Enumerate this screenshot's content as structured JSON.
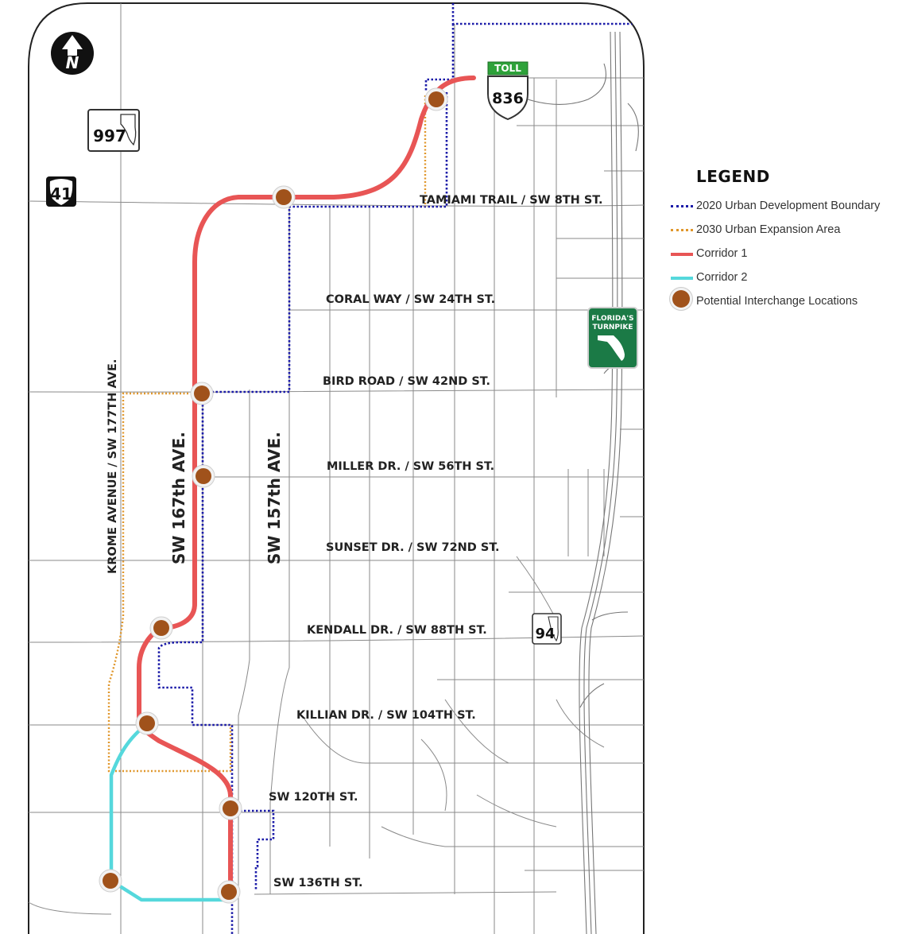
{
  "legend": {
    "title": "LEGEND",
    "items": [
      {
        "label": "2020 Urban Development Boundary",
        "symbol": "dotted-blue",
        "color": "#1a1aa8"
      },
      {
        "label": "2030 Urban Expansion Area",
        "symbol": "dotted-orange",
        "color": "#e0962a"
      },
      {
        "label": "Corridor 1",
        "symbol": "line-red",
        "color": "#e85555"
      },
      {
        "label": "Corridor 2",
        "symbol": "line-cyan",
        "color": "#55d8dc"
      },
      {
        "label": "Potential Interchange Locations",
        "symbol": "circle",
        "color": "#a0521b"
      }
    ]
  },
  "roads": {
    "tamiami": "TAMIAMI TRAIL / SW 8TH ST.",
    "coral_way": "CORAL WAY / SW 24TH ST.",
    "bird_road": "BIRD ROAD / SW 42ND ST.",
    "miller": "MILLER DR. / SW 56TH ST.",
    "sunset": "SUNSET DR. / SW 72ND ST.",
    "kendall": "KENDALL DR. / SW 88TH ST.",
    "killian": "KILLIAN DR. / SW 104TH ST.",
    "sw120": "SW 120TH ST.",
    "sw136": "SW 136TH ST.",
    "krome": "KROME AVENUE / SW 177TH AVE.",
    "sw167": "SW 167th AVE.",
    "sw157": "SW 157th AVE."
  },
  "shields": {
    "sr997": "997",
    "us41": "41",
    "sr836": "836",
    "toll": "TOLL",
    "sr94": "94",
    "turnpike_line1": "FLORIDA'S",
    "turnpike_line2": "TURNPIKE"
  },
  "north_arrow": "N",
  "colors": {
    "corridor1": "#e85555",
    "corridor2": "#55d8dc",
    "udb": "#1a1aa8",
    "expansion": "#e0962a",
    "interchange": "#a0521b"
  }
}
